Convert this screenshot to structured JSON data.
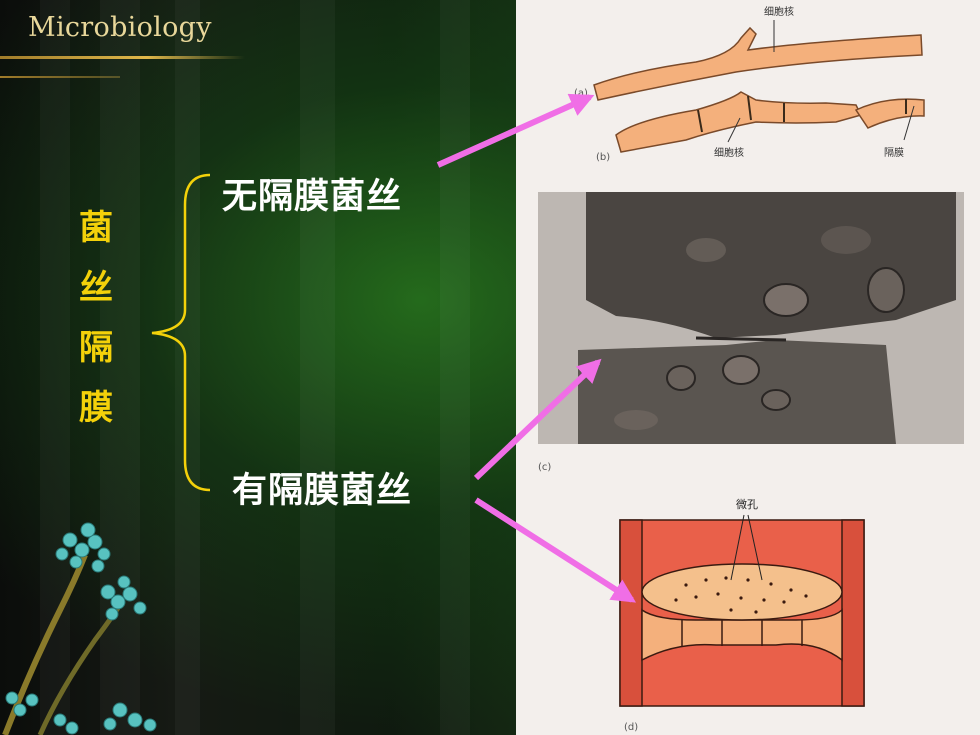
{
  "header": {
    "title": "Microbiology"
  },
  "topic": {
    "label": "菌丝隔膜"
  },
  "terms": {
    "nonseptate": "无隔膜菌丝",
    "septate": "有隔膜菌丝"
  },
  "figure": {
    "panel_a": "(a)",
    "panel_b": "(b)",
    "panel_c": "(c)",
    "panel_d": "(d)",
    "label_nucleus_top": "细胞核",
    "label_nucleus_bottom": "细胞核",
    "label_septum": "隔膜",
    "label_micropore": "微孔"
  },
  "colors": {
    "accent_arrow": "#f06ee6",
    "topic_text": "#f3d10a",
    "hypha": "#f4b07c",
    "septum_cell": "#e9604a"
  }
}
